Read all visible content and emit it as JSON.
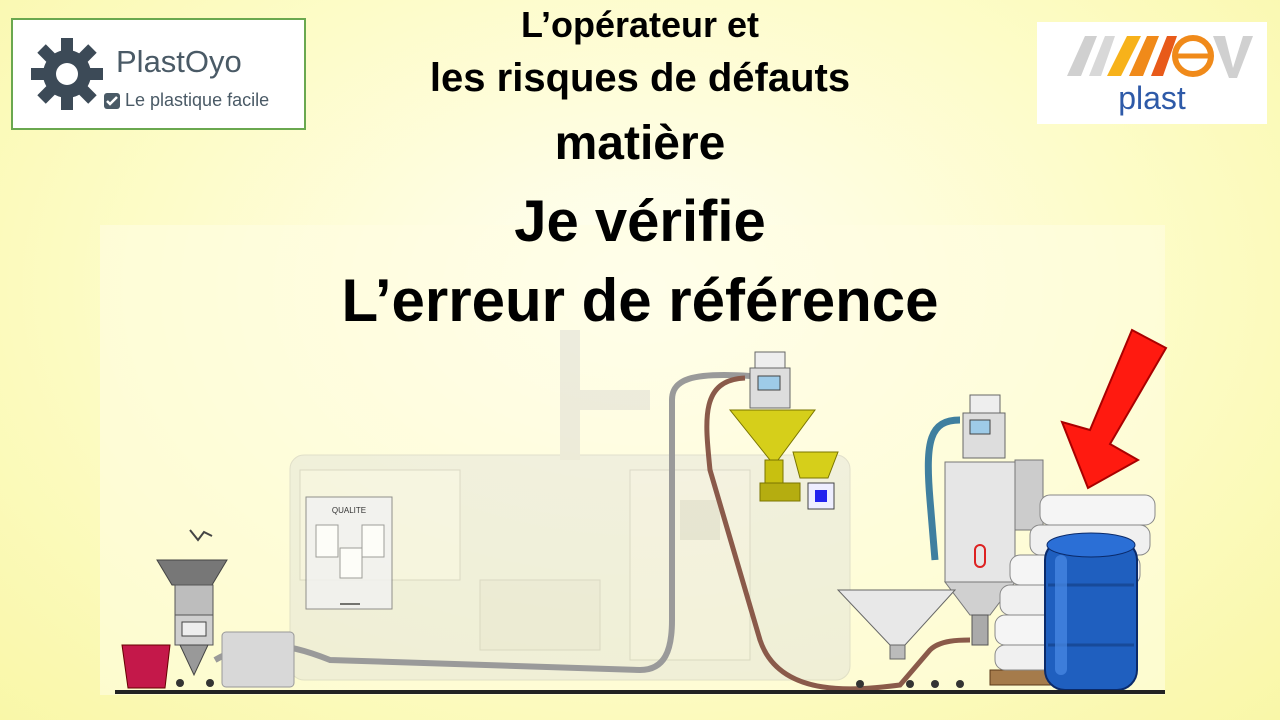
{
  "title": {
    "line1": "L’opérateur et",
    "line2": "les risques de défauts",
    "line3": "matière",
    "line4": "Je vérifie",
    "line5": "L’erreur de référence"
  },
  "logo_left": {
    "name": "PlastOyo",
    "tagline": "Le plastique facile"
  },
  "logo_right": {
    "wordmark": "plast"
  },
  "machine_labels": {
    "quality_cabinet": "QUALITE"
  },
  "colors": {
    "arrow": "#ff1a10",
    "drum": "#1f5fbf",
    "hopper": "#d6cf1a",
    "hose": "#8a5a4a"
  }
}
